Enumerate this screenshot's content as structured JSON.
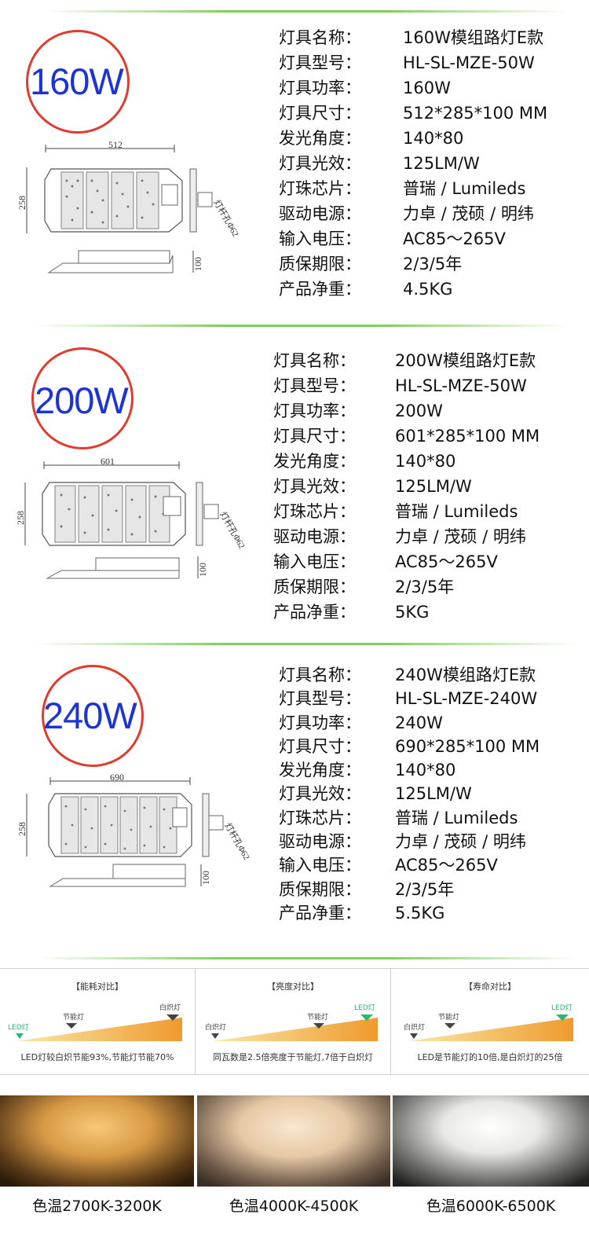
{
  "products": [
    {
      "badge": "160W",
      "dims": {
        "width": "512",
        "height": "258",
        "depth": "100",
        "pole": "灯杆孔Φ62"
      },
      "specs": [
        {
          "label": "灯具名称：",
          "value": "160W模组路灯E款"
        },
        {
          "label": "灯具型号：",
          "value": "HL-SL-MZE-50W"
        },
        {
          "label": "灯具功率：",
          "value": "160W"
        },
        {
          "label": "灯具尺寸：",
          "value": "512*285*100 MM"
        },
        {
          "label": "发光角度：",
          "value": "140*80"
        },
        {
          "label": "灯具光效：",
          "value": "125LM/W"
        },
        {
          "label": "灯珠芯片：",
          "value": "普瑞 / Lumileds"
        },
        {
          "label": "驱动电源：",
          "value": "力卓 / 茂硕 / 明纬"
        },
        {
          "label": "输入电压：",
          "value": "AC85～265V"
        },
        {
          "label": "质保期限：",
          "value": "2/3/5年"
        },
        {
          "label": "产品净重：",
          "value": "4.5KG"
        }
      ]
    },
    {
      "badge": "200W",
      "dims": {
        "width": "601",
        "height": "258",
        "depth": "100",
        "pole": "灯杆孔Φ62"
      },
      "specs": [
        {
          "label": "灯具名称：",
          "value": "200W模组路灯E款"
        },
        {
          "label": "灯具型号：",
          "value": "HL-SL-MZE-50W"
        },
        {
          "label": "灯具功率：",
          "value": "200W"
        },
        {
          "label": "灯具尺寸：",
          "value": "601*285*100 MM"
        },
        {
          "label": "发光角度：",
          "value": "140*80"
        },
        {
          "label": "灯具光效：",
          "value": "125LM/W"
        },
        {
          "label": "灯珠芯片：",
          "value": "普瑞 / Lumileds"
        },
        {
          "label": "驱动电源：",
          "value": "力卓 / 茂硕 / 明纬"
        },
        {
          "label": "输入电压：",
          "value": "AC85～265V"
        },
        {
          "label": "质保期限：",
          "value": "2/3/5年"
        },
        {
          "label": "产品净重：",
          "value": "5KG"
        }
      ]
    },
    {
      "badge": "240W",
      "dims": {
        "width": "690",
        "height": "258",
        "depth": "100",
        "pole": "灯杆孔Φ62"
      },
      "specs": [
        {
          "label": "灯具名称：",
          "value": "240W模组路灯E款"
        },
        {
          "label": "灯具型号：",
          "value": "HL-SL-MZE-240W"
        },
        {
          "label": "灯具功率：",
          "value": "240W"
        },
        {
          "label": "灯具尺寸：",
          "value": "690*285*100 MM"
        },
        {
          "label": "发光角度：",
          "value": "140*80"
        },
        {
          "label": "灯具光效：",
          "value": "125LM/W"
        },
        {
          "label": "灯珠芯片：",
          "value": "普瑞 / Lumileds"
        },
        {
          "label": "驱动电源：",
          "value": "力卓 / 茂硕 / 明纬"
        },
        {
          "label": "输入电压：",
          "value": "AC85～265V"
        },
        {
          "label": "质保期限：",
          "value": "2/3/5年"
        },
        {
          "label": "产品净重：",
          "value": "5.5KG"
        }
      ]
    }
  ],
  "comparisons": [
    {
      "title": "【能耗对比】",
      "markers": [
        "LED灯",
        "节能灯",
        "白炽灯"
      ],
      "caption": "LED灯较白炽节能93%,节能灯节能70%"
    },
    {
      "title": "【亮度对比】",
      "markers": [
        "白炽灯",
        "节能灯",
        "LED灯"
      ],
      "caption": "同瓦数是2.5倍亮度于节能灯,7倍于白炽灯"
    },
    {
      "title": "【寿命对比】",
      "markers": [
        "白炽灯",
        "节能灯",
        "LED灯"
      ],
      "caption": "LED是节能灯的10倍,是白炽灯的25倍"
    }
  ],
  "color_temps": [
    {
      "label": "色温2700K-3200K",
      "glow": "#f5c26f",
      "base": "#2a1a0a"
    },
    {
      "label": "色温4000K-4500K",
      "glow": "#f4dcbd",
      "base": "#3a2e25"
    },
    {
      "label": "色温6000K-6500K",
      "glow": "#f2f2f0",
      "base": "#202020"
    }
  ],
  "colors": {
    "accent_green": "#7ed05a",
    "badge_ring": "#e23a2c",
    "badge_text": "#1b33d8",
    "led_green": "#2bb673"
  }
}
